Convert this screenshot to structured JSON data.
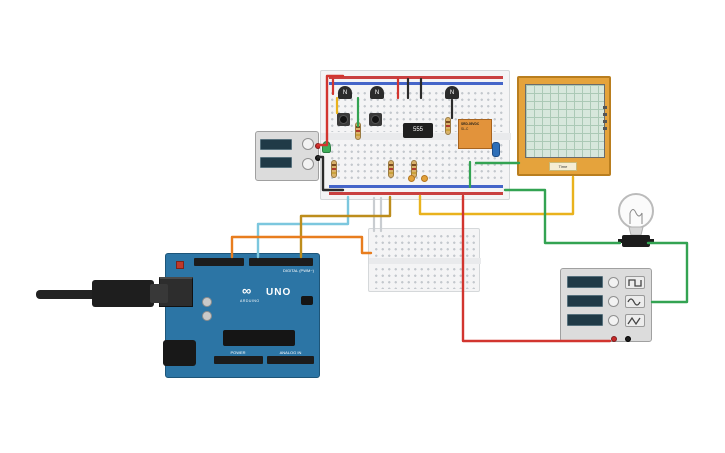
{
  "canvas": {
    "background": "#ffffff"
  },
  "arduino": {
    "digital_label": "DIGITAL (PWM~)",
    "logo_glyph": "∞",
    "brand": "ARDUINO",
    "model": "UNO",
    "power_label": "POWER",
    "analog_label": "ANALOG IN"
  },
  "breadboard": {
    "transistors": [
      "N",
      "N",
      "N"
    ],
    "timer_ic": "555",
    "relay": {
      "line1": "SRD-05VDC",
      "line2": "SL-C"
    }
  },
  "oscilloscope": {
    "time_label": "Time"
  },
  "function_generator": {
    "wave_icons": [
      "square-wave",
      "sine-wave",
      "triangle-wave"
    ]
  },
  "colors": {
    "canvas_bg": "#ffffff",
    "wire_red": "#d2352f",
    "wire_black": "#2b2b2b",
    "wire_green": "#33a352",
    "wire_yellow": "#e9b21d",
    "wire_orange": "#e87d1e",
    "wire_cyan": "#7cc7de",
    "wire_olive": "#bd8d1c",
    "wire_gray": "#c9cdd1",
    "arduino_blue": "#2c75a5",
    "osc_frame": "#e5a33c",
    "osc_screen": "#d7e7dc",
    "board_white": "#f4f4f5"
  }
}
